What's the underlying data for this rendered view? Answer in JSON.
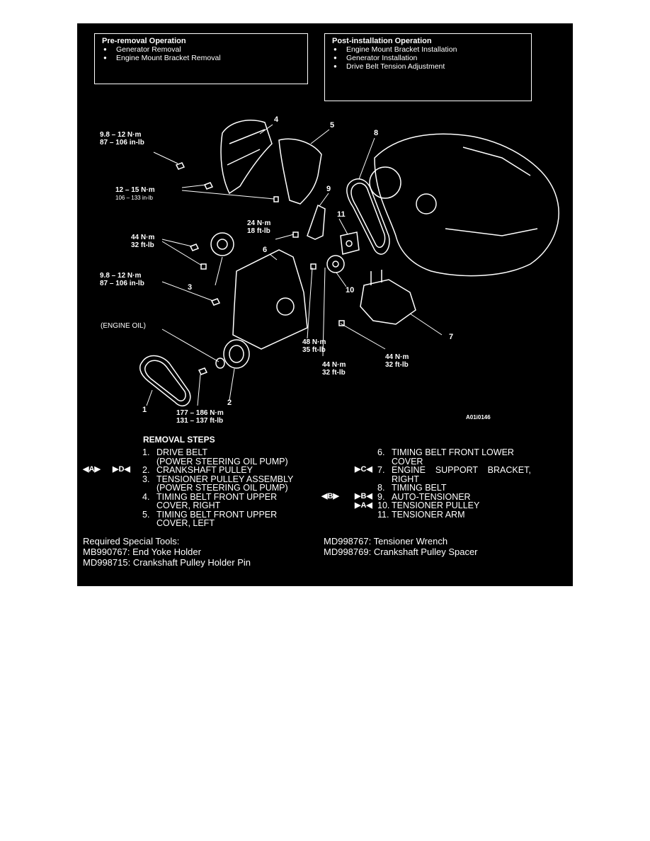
{
  "pre_removal": {
    "title": "Pre-removal Operation",
    "items": [
      "Generator Removal",
      "Engine Mount Bracket Removal"
    ]
  },
  "post_installation": {
    "title": "Post-installation Operation",
    "items": [
      "Engine Mount Bracket Installation",
      "Generator Installation",
      "Drive Belt Tension Adjustment"
    ]
  },
  "torque_labels": {
    "t1": [
      "9.8 – 12 N·m",
      "87 – 106 in-lb"
    ],
    "t2": [
      "12 – 15 N·m",
      "106 – 133 in-lb"
    ],
    "t3": [
      "24 N·m",
      "18 ft-lb"
    ],
    "t4": [
      "44 N·m",
      "32 ft-lb"
    ],
    "t5": [
      "9.8 – 12 N·m",
      "87 – 106 in-lb"
    ],
    "t6": [
      "48 N·m",
      "35 ft-lb"
    ],
    "t7": [
      "44 N·m",
      "32 ft-lb"
    ],
    "t8": [
      "44 N·m",
      "32 ft-lb"
    ],
    "t9": [
      "177 – 186 N·m",
      "131 – 137 ft-lb"
    ]
  },
  "engine_oil": "(ENGINE OIL)",
  "part_numbers": [
    "1",
    "2",
    "3",
    "4",
    "5",
    "6",
    "7",
    "8",
    "9",
    "10",
    "11"
  ],
  "figure_code": "A01i0146",
  "removal": {
    "title": "REMOVAL STEPS",
    "left": [
      {
        "n": "1.",
        "text": "DRIVE BELT",
        "cont": "(POWER STEERING OIL PUMP)"
      },
      {
        "n": "2.",
        "text": "CRANKSHAFT PULLEY",
        "cont": ""
      },
      {
        "n": "3.",
        "text": "TENSIONER PULLEY ASSEMBLY",
        "cont": "(POWER STEERING OIL PUMP)"
      },
      {
        "n": "4.",
        "text": "TIMING BELT FRONT UPPER",
        "cont": "COVER, RIGHT"
      },
      {
        "n": "5.",
        "text": "TIMING BELT FRONT UPPER",
        "cont": "COVER, LEFT"
      }
    ],
    "right": [
      {
        "n": "6.",
        "text": "TIMING BELT FRONT LOWER",
        "cont": "COVER"
      },
      {
        "n": "7.",
        "text": "ENGINE    SUPPORT    BRACKET,",
        "cont": "RIGHT"
      },
      {
        "n": "8.",
        "text": "TIMING BELT",
        "cont": ""
      },
      {
        "n": "9.",
        "text": "AUTO-TENSIONER",
        "cont": ""
      },
      {
        "n": "10.",
        "text": "TENSIONER PULLEY",
        "cont": ""
      },
      {
        "n": "11.",
        "text": "TENSIONER ARM",
        "cont": ""
      }
    ],
    "markers": {
      "m2a": "◀A▶",
      "m2b": "▶D◀",
      "m7": "▶C◀",
      "m8a": "◀B▶",
      "m8b": "▶B◀",
      "m9": "▶A◀"
    }
  },
  "tools": {
    "heading": "Required Special Tools:",
    "left": [
      "MB990767: End Yoke Holder",
      "MD998715: Crankshaft Pulley Holder Pin"
    ],
    "right": [
      "MD998767: Tensioner Wrench",
      "MD998769: Crankshaft Pulley Spacer"
    ]
  }
}
